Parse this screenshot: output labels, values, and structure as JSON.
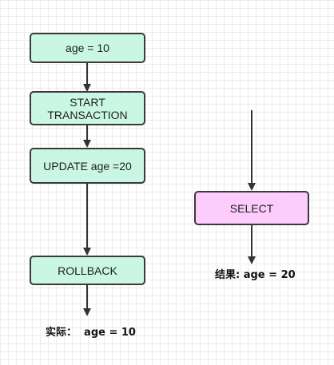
{
  "left_flow": {
    "node_age": "age = 10",
    "node_start": "START\nTRANSACTION",
    "node_update": "UPDATE age =20",
    "node_rollback": "ROLLBACK",
    "result": "实际：  age = 10"
  },
  "right_flow": {
    "node_select": "SELECT",
    "result": "结果: age = 20"
  },
  "colors": {
    "green_fill": "#c9f7e3",
    "pink_fill": "#fcccfc",
    "stroke": "#3a3a3a"
  }
}
